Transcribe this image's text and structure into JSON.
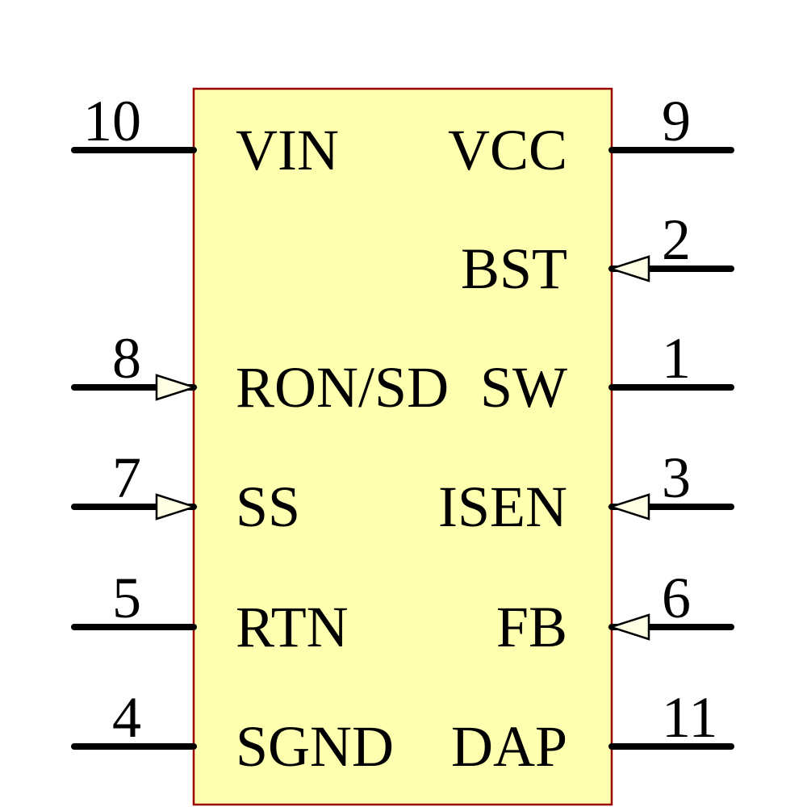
{
  "component": {
    "kind": "schematic-symbol",
    "body_fill": "#FFFFB0",
    "body_border_color": "#990000",
    "pin_line_color": "#000000",
    "arrow_fill": "#FFFFE6",
    "arrow_outline": "#000000",
    "text_color": "#000000"
  },
  "pins": [
    {
      "number": "10",
      "name": "VIN",
      "side": "left",
      "row": 0,
      "arrow": false
    },
    {
      "number": "8",
      "name": "RON/SD",
      "side": "left",
      "row": 2,
      "arrow": true
    },
    {
      "number": "7",
      "name": "SS",
      "side": "left",
      "row": 3,
      "arrow": true
    },
    {
      "number": "5",
      "name": "RTN",
      "side": "left",
      "row": 4,
      "arrow": false
    },
    {
      "number": "4",
      "name": "SGND",
      "side": "left",
      "row": 5,
      "arrow": false
    },
    {
      "number": "9",
      "name": "VCC",
      "side": "right",
      "row": 0,
      "arrow": false
    },
    {
      "number": "2",
      "name": "BST",
      "side": "right",
      "row": 1,
      "arrow": true
    },
    {
      "number": "1",
      "name": "SW",
      "side": "right",
      "row": 2,
      "arrow": false
    },
    {
      "number": "3",
      "name": "ISEN",
      "side": "right",
      "row": 3,
      "arrow": true
    },
    {
      "number": "6",
      "name": "FB",
      "side": "right",
      "row": 4,
      "arrow": true
    },
    {
      "number": "11",
      "name": "DAP",
      "side": "right",
      "row": 5,
      "arrow": false
    }
  ]
}
